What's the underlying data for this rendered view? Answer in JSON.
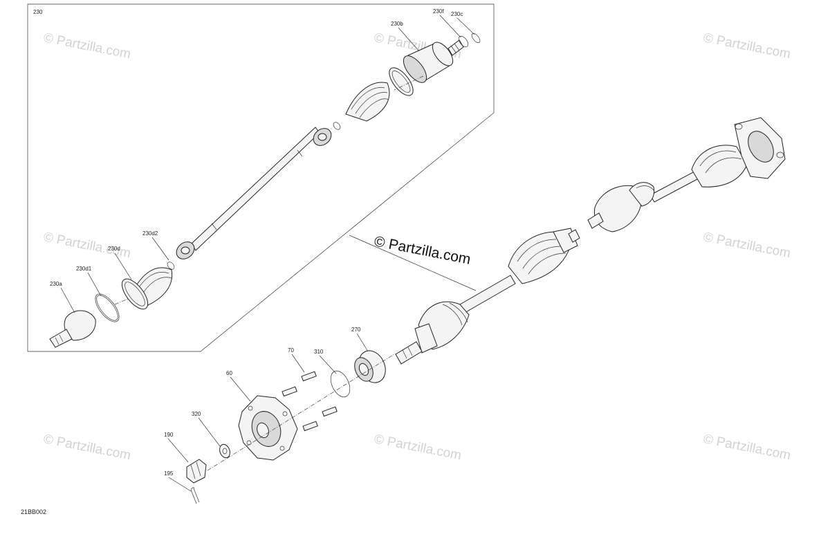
{
  "diagram": {
    "inset_label": "230",
    "drawing_code": "21BB002",
    "watermark_main": "© Partzilla.com",
    "watermark_faint": "© Partzilla.com",
    "callouts": {
      "c230a": "230a",
      "c230b": "230b",
      "c230c": "230c",
      "c230d": "230d",
      "c230d1": "230d1",
      "c230d2": "230d2",
      "c230f": "230f",
      "c60": "60",
      "c70": "70",
      "c190": "190",
      "c195": "195",
      "c270": "270",
      "c310": "310",
      "c320": "320"
    }
  }
}
